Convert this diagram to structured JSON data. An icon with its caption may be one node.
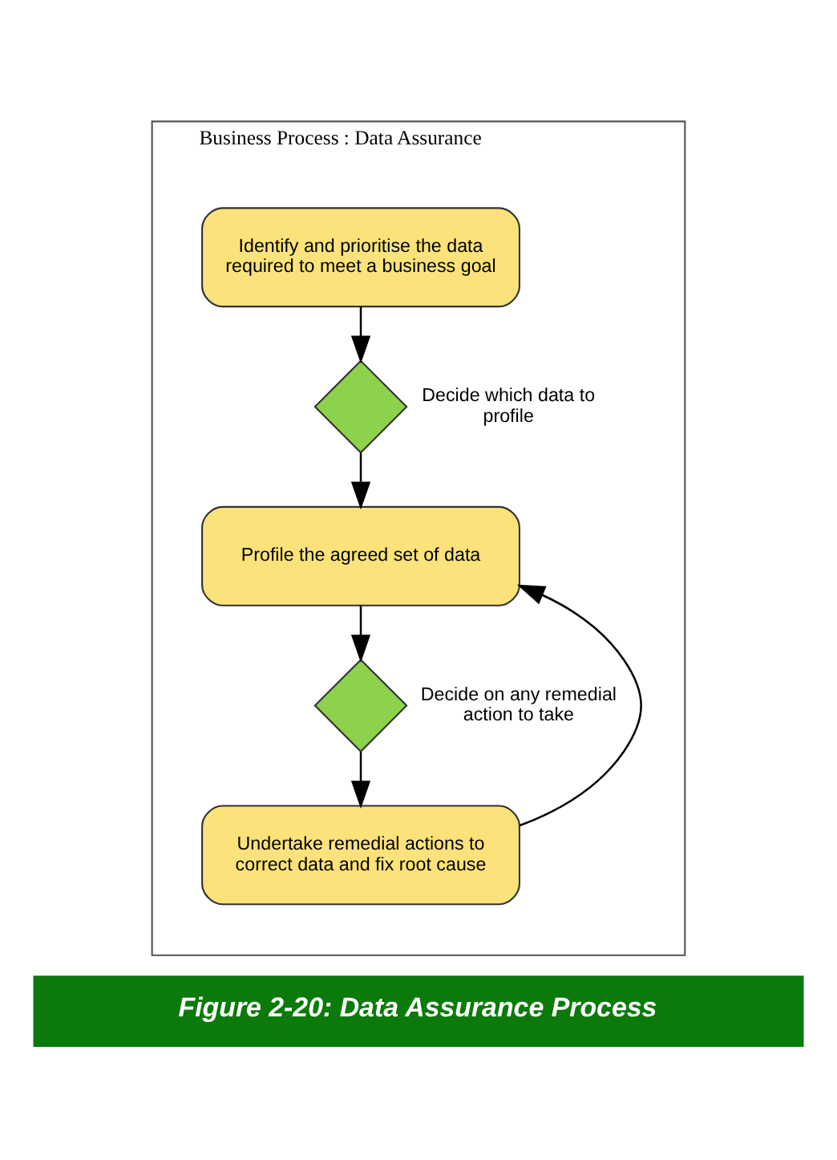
{
  "diagram": {
    "caption": "Figure 2-20: Data Assurance Process",
    "nodes": [
      {
        "text": [
          "Business Process : Data Assurance"
        ]
      },
      {
        "text": [
          "Identify and prioritise the data required to meet a business goal"
        ],
        "in": 0
      },
      {
        "text": [],
        "shape": "diamond",
        "in": 0,
        "beside": [
          "Decide which data to profile"
        ]
      },
      {
        "text": [
          "Profile the agreed set of data"
        ],
        "in": 0
      },
      {
        "text": [],
        "shape": "diamond",
        "in": 0,
        "beside": [
          "Decide on any remedial action to take"
        ]
      },
      {
        "text": [
          "Undertake remedial actions to correct data and fix root cause"
        ],
        "in": 0
      }
    ],
    "edges": [
      {
        "from": 1,
        "to": 2,
        "arrow": "to"
      },
      {
        "from": 2,
        "to": 3,
        "arrow": "to"
      },
      {
        "from": 3,
        "to": 4,
        "arrow": "to"
      },
      {
        "from": 4,
        "to": 5,
        "arrow": "to"
      },
      {
        "from": 5,
        "to": 3,
        "arrow": "to"
      }
    ]
  }
}
